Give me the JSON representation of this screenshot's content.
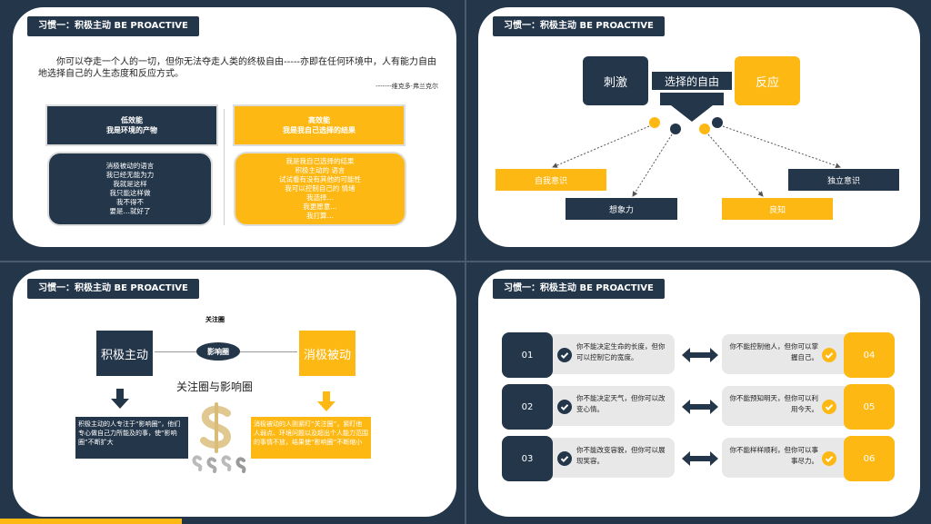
{
  "tag_title": "习惯一：积极主动 BE PROACTIVE",
  "s1": {
    "quote": "你可以夺走一个人的一切，但你无法夺走人类的终极自由-----亦即在任何环境中，人有能力自由地选择自己的人生态度和反应方式。",
    "author": "-------维克多·弗兰克尔",
    "low_title": [
      "低效能",
      "我是环境的产物"
    ],
    "high_title": [
      "高效能",
      "我是我自己选择的结果"
    ],
    "low_items": [
      "消极被动的语言",
      "我已经无能为力",
      "我就是这样",
      "我只能这样做",
      "我不得不",
      "要是…就好了"
    ],
    "high_items": [
      "我是我自己选择的结果",
      "积极主动的 语言",
      "试试看有没有其他的可能性",
      "我可以控制自己的 情绪",
      "我选择…",
      "我更愿意…",
      "我打算…"
    ]
  },
  "s2": {
    "stimulus": "刺激",
    "freedom": "选择的自由",
    "response": "反应",
    "self_awareness": "自我意识",
    "imagination": "想象力",
    "conscience": "良知",
    "independent_will": "独立意识"
  },
  "s3": {
    "circle_label": "关注圈",
    "proactive": "积极主动",
    "reactive": "消极被动",
    "influence": "影响圈",
    "heading": "关注圈与影响圈",
    "left_text": "积极主动的人专注于“影响圈”，他们专心做自己力所能及的事，使“影响圈”不断扩大",
    "right_text": "消极被动的人则紧盯“关注圈”，紧盯他人弱点、环境问题以及超出个人能力范围的事情不放，结果使“影响圈”不断缩小"
  },
  "s4": {
    "left": [
      {
        "num": "01",
        "text": "你不能决定生命的长度，但你可以控制它的宽度。"
      },
      {
        "num": "02",
        "text": "你不能决定天气，但你可以改变心情。"
      },
      {
        "num": "03",
        "text": "你不能改变容貌，但你可以展现笑容。"
      }
    ],
    "right": [
      {
        "num": "04",
        "text": "你不能控制他人，但你可以掌握自己。"
      },
      {
        "num": "05",
        "text": "你不能预知明天，但你可以利用今天。"
      },
      {
        "num": "06",
        "text": "你不能样样顺利，但你可以事事尽力。"
      }
    ]
  }
}
